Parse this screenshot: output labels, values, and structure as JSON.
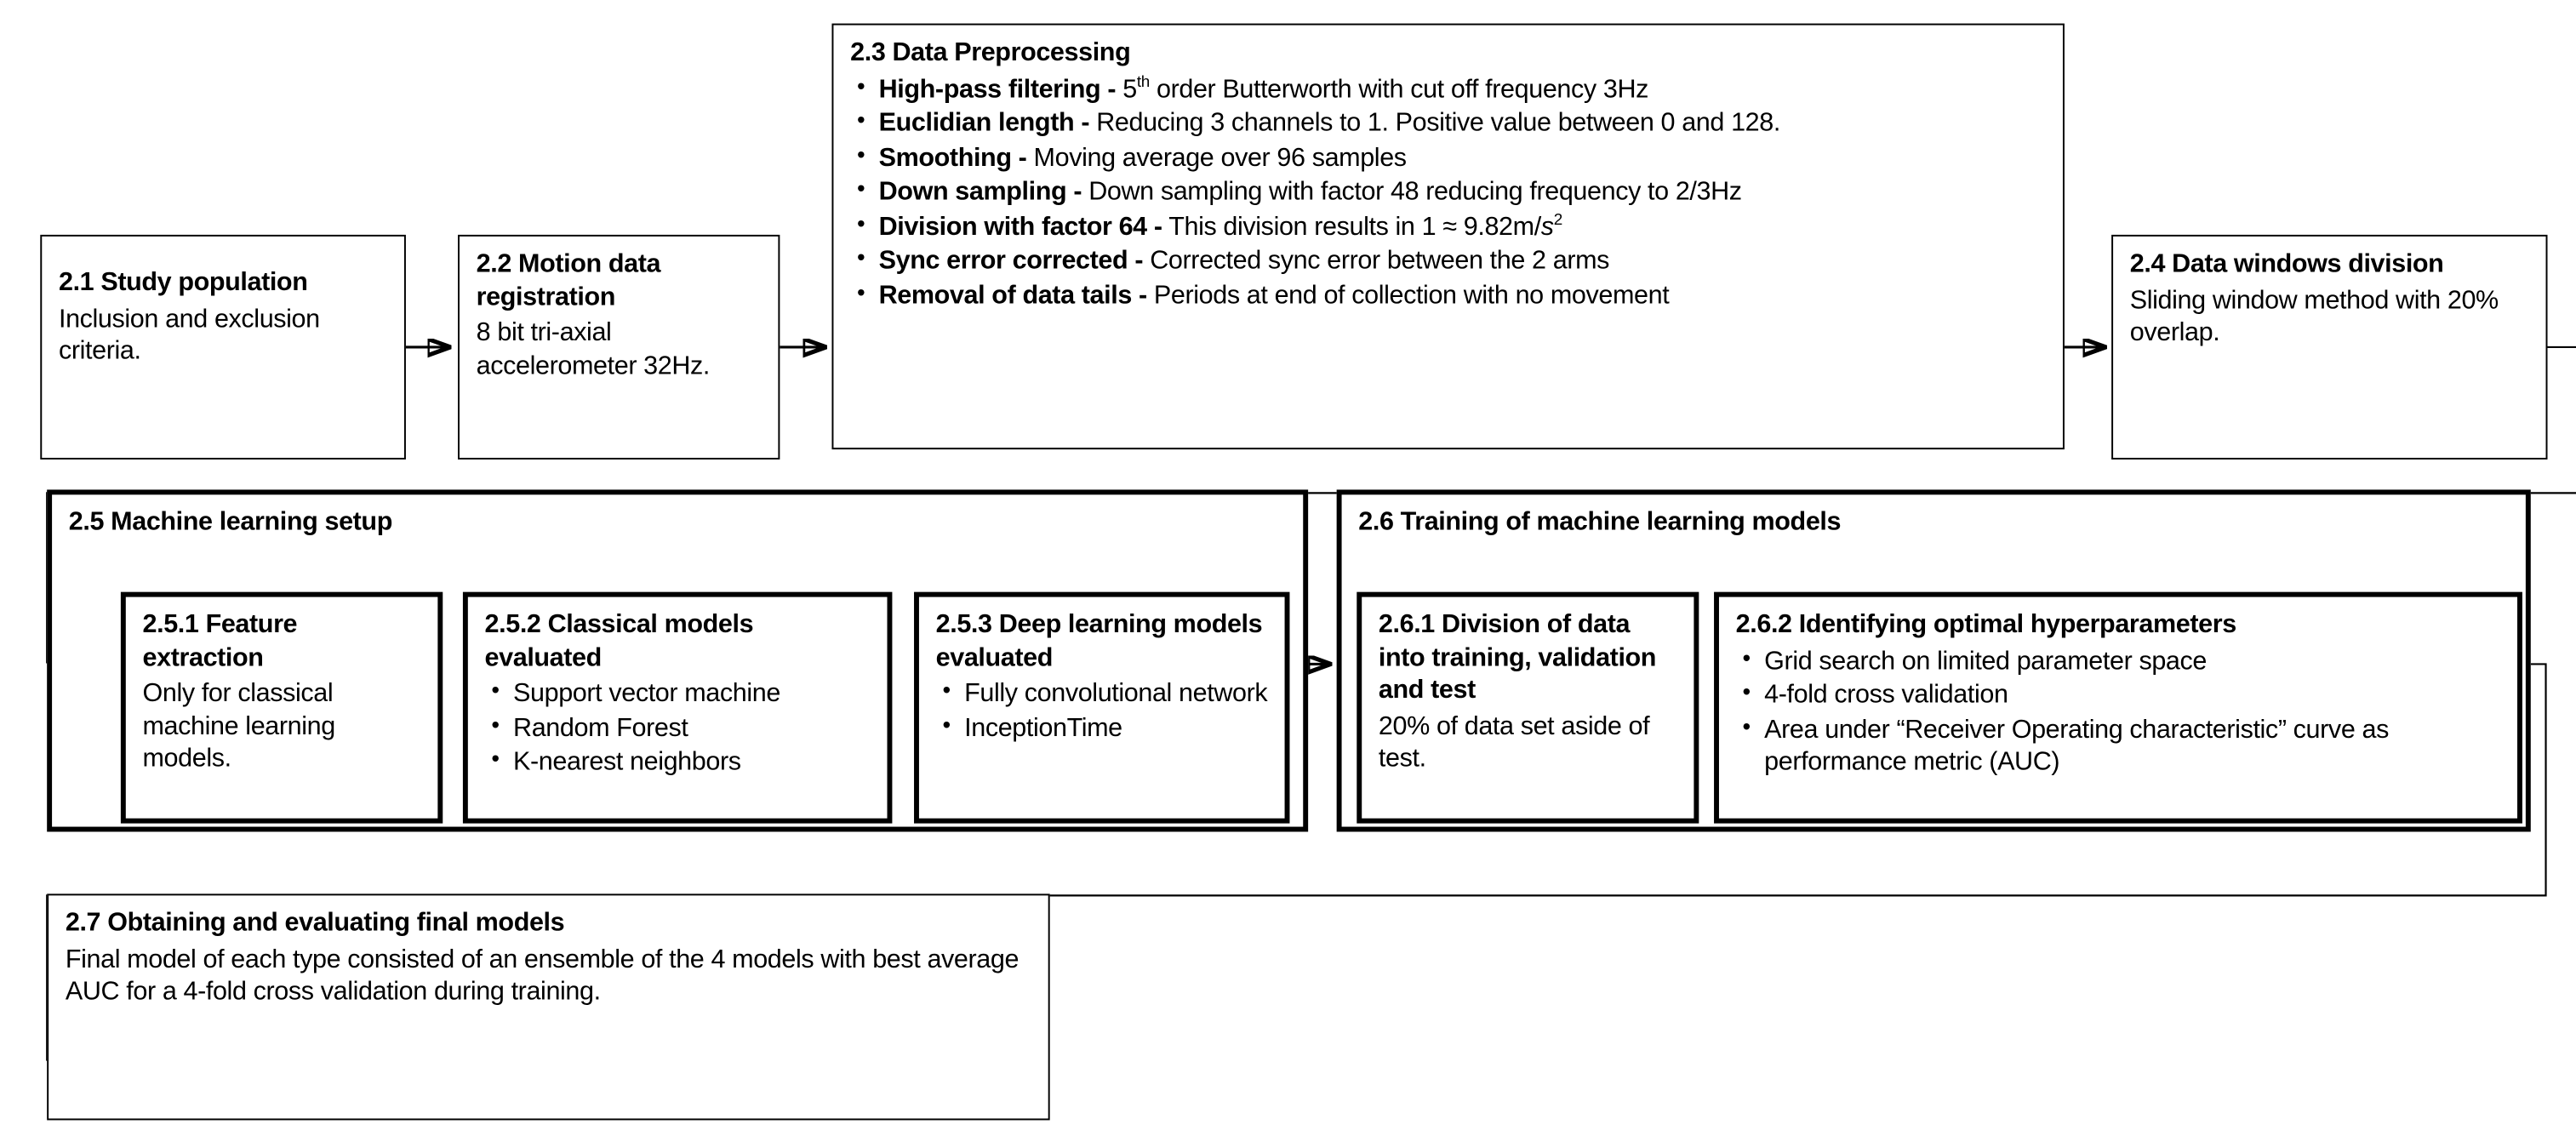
{
  "diagram": {
    "title": "Study methodology flowchart",
    "line_color": "#000000",
    "box_fill": "#ffffff"
  },
  "nodes": {
    "study_population": {
      "heading": "2.1 Study population",
      "body": "Inclusion and exclusion criteria."
    },
    "motion_data_registration": {
      "heading": "2.2 Motion data registration",
      "body": "8 bit tri-axial accelerometer 32Hz."
    },
    "data_preprocessing": {
      "heading": "2.3 Data Preprocessing",
      "bullets": [
        {
          "term": "High-pass filtering -",
          "rest_pre": " 5",
          "sup": "th",
          "rest_post": " order Butterworth with cut off frequency 3Hz"
        },
        {
          "term": "Euclidian length -",
          "rest_pre": " Reducing 3 channels to 1. Positive value between 0 and 128.",
          "sup": "",
          "rest_post": ""
        },
        {
          "term": "Smoothing -",
          "rest_pre": " Moving average over 96 samples",
          "sup": "",
          "rest_post": ""
        },
        {
          "term": "Down sampling -",
          "rest_pre": "  Down sampling with factor 48 reducing frequency to 2/3Hz",
          "sup": "",
          "rest_post": ""
        },
        {
          "term": "Division with factor 64 -",
          "rest_pre": " This division results in 1 ≈ 9.82m/",
          "sup": "",
          "rest_post": ""
        },
        {
          "term": "Sync error corrected -",
          "rest_pre": " Corrected sync error between the 2 arms",
          "sup": "",
          "rest_post": ""
        },
        {
          "term": "Removal of data tails -",
          "rest_pre": " Periods at end of collection with no movement",
          "sup": "",
          "rest_post": ""
        }
      ],
      "division_math_var": "s",
      "division_math_exp": "2"
    },
    "data_windows_division": {
      "heading": "2.4 Data windows division",
      "body": "Sliding window method with 20% overlap."
    },
    "machine_learning_setup": {
      "heading": "2.5 Machine learning setup"
    },
    "feature_extraction": {
      "heading": "2.5.1 Feature extraction",
      "body": "Only for classical machine learning models."
    },
    "classical_models": {
      "heading": "2.5.2 Classical models evaluated",
      "bullets": [
        "Support vector machine",
        "Random Forest",
        "K-nearest neighbors"
      ]
    },
    "deep_learning_models": {
      "heading": "2.5.3 Deep learning models evaluated",
      "bullets": [
        "Fully convolutional network",
        "InceptionTime"
      ]
    },
    "training_models": {
      "heading": "2.6 Training of machine learning models"
    },
    "data_division": {
      "heading": "2.6.1 Division of data into training, validation and test",
      "body": "20% of data set aside of test."
    },
    "hyperparameters": {
      "heading": "2.6.2 Identifying optimal hyperparameters",
      "bullets": [
        "Grid search on limited parameter space",
        "4-fold cross validation",
        "Area under “Receiver Operating characteristic” curve as performance metric (AUC)"
      ]
    },
    "final_models": {
      "heading": "2.7 Obtaining and evaluating final models",
      "body": "Final model of each type consisted of an ensemble of the 4 models with best average AUC for a 4-fold cross validation during training."
    }
  },
  "connectors": [
    {
      "name": "arrow-2-1-to-2-2"
    },
    {
      "name": "arrow-2-2-to-2-3"
    },
    {
      "name": "arrow-2-3-to-2-4"
    },
    {
      "name": "arrow-2-4-to-2-5"
    },
    {
      "name": "arrow-2-5-to-2-6"
    },
    {
      "name": "arrow-2-6-to-2-7"
    }
  ]
}
